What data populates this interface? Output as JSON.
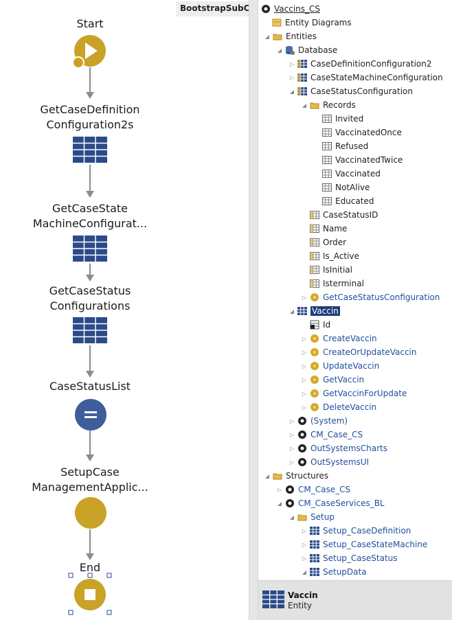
{
  "flow": {
    "tab": "BootstrapSubCase",
    "nodes": {
      "start": "Start",
      "n1a": "GetCaseDefinition",
      "n1b": "Configuration2s",
      "n2a": "GetCaseState",
      "n2b": "MachineConfigurat...",
      "n3a": "GetCaseStatus",
      "n3b": "Configurations",
      "n4": "CaseStatusList",
      "n5a": "SetupCase",
      "n5b": "ManagementApplic...",
      "end": "End"
    }
  },
  "tree": {
    "root": "Vaccins_CS",
    "entity_diagrams": "Entity Diagrams",
    "entities": "Entities",
    "database": "Database",
    "case_def_config": "CaseDefinitionConfiguration2",
    "case_sm_config": "CaseStateMachineConfiguration",
    "case_status_config": "CaseStatusConfiguration",
    "records": "Records",
    "record_items": [
      "Invited",
      "VaccinatedOnce",
      "Refused",
      "VaccinatedTwice",
      "Vaccinated",
      "NotAlive",
      "Educated"
    ],
    "attributes": [
      "CaseStatusID",
      "Name",
      "Order",
      "Is_Active",
      "IsInitial",
      "Isterminal"
    ],
    "get_case_status_config": "GetCaseStatusConfiguration",
    "vaccin": "Vaccin",
    "id": "Id",
    "vaccin_actions": [
      "CreateVaccin",
      "CreateOrUpdateVaccin",
      "UpdateVaccin",
      "GetVaccin",
      "GetVaccinForUpdate",
      "DeleteVaccin"
    ],
    "modules": [
      "(System)",
      "CM_Case_CS",
      "OutSystemsCharts",
      "OutSystemsUI"
    ],
    "structures": "Structures",
    "struct_cm_case": "CM_Case_CS",
    "struct_cm_services": "CM_CaseServices_BL",
    "setup": "Setup",
    "setup_items": [
      "Setup_CaseDefinition",
      "Setup_CaseStateMachine",
      "Setup_CaseStatus",
      "SetupData"
    ]
  },
  "status": {
    "name": "Vaccin",
    "type": "Entity"
  },
  "colors": {
    "gold": "#c9a227",
    "navy": "#2c4a8a",
    "link": "#1f4e9a",
    "selection": "#1f3d7a"
  }
}
